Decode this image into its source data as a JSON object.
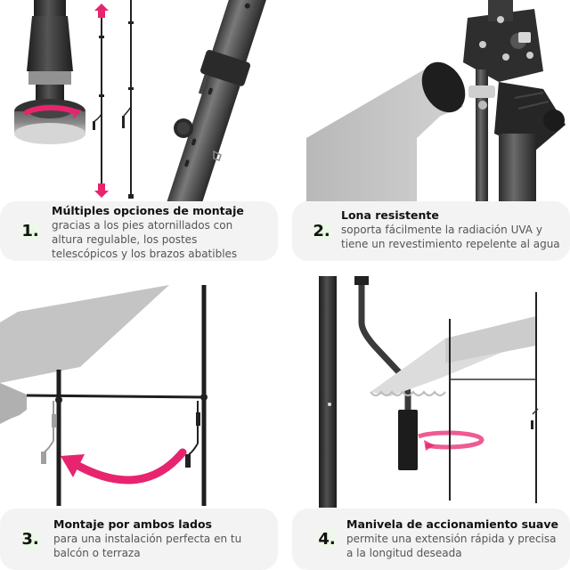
{
  "accent_color": "#e8246f",
  "card_background": "#f3f3f3",
  "number_glow_color": "#e6f7df",
  "features": [
    {
      "number": "1.",
      "title": "Múltiples opciones de montaje",
      "description": "gracias a los pies atornillados con altura regulable, los postes telescópicos y los brazos abatibles",
      "image": "adjustable-foot-and-telescopic-pole"
    },
    {
      "number": "2.",
      "title": "Lona resistente",
      "description": "soporta fácilmente la radiación UVA y tiene un revestimiento repelente al agua",
      "image": "awning-fabric-mounting-bracket"
    },
    {
      "number": "3.",
      "title": "Montaje por ambos lados",
      "description": "para una instalación perfecta en tu balcón o terraza",
      "image": "crank-switch-sides"
    },
    {
      "number": "4.",
      "title": "Manivela de accionamiento suave",
      "description": "permite una extensión rápida y precisa a la longitud deseada",
      "image": "hand-crank-rotation"
    }
  ]
}
